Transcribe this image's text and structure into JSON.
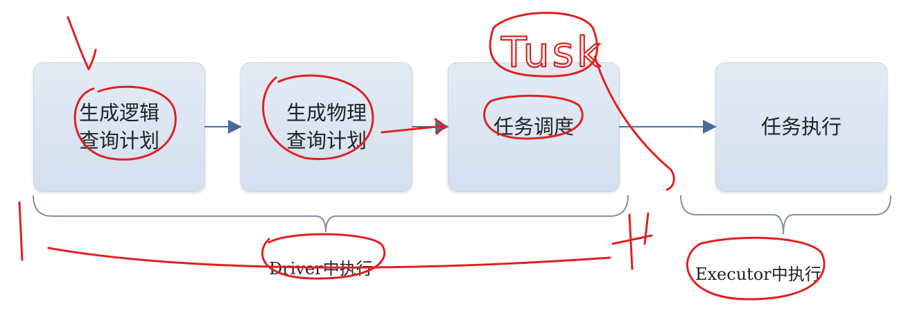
{
  "steps": [
    {
      "lines": [
        "生成逻辑",
        "查询计划"
      ]
    },
    {
      "lines": [
        "生成物理",
        "查询计划"
      ]
    },
    {
      "lines": [
        "任务调度"
      ]
    },
    {
      "lines": [
        "任务执行"
      ]
    }
  ],
  "groups": {
    "driver_label": "Driver中执行",
    "executor_label": "Executor中执行"
  },
  "annotation": {
    "handwritten_text": "Tusk",
    "ink_color": "#e02020"
  },
  "colors": {
    "box_fill": "#dce6f2",
    "arrow": "#4a6a9c",
    "bracket": "#7f8fa6"
  }
}
